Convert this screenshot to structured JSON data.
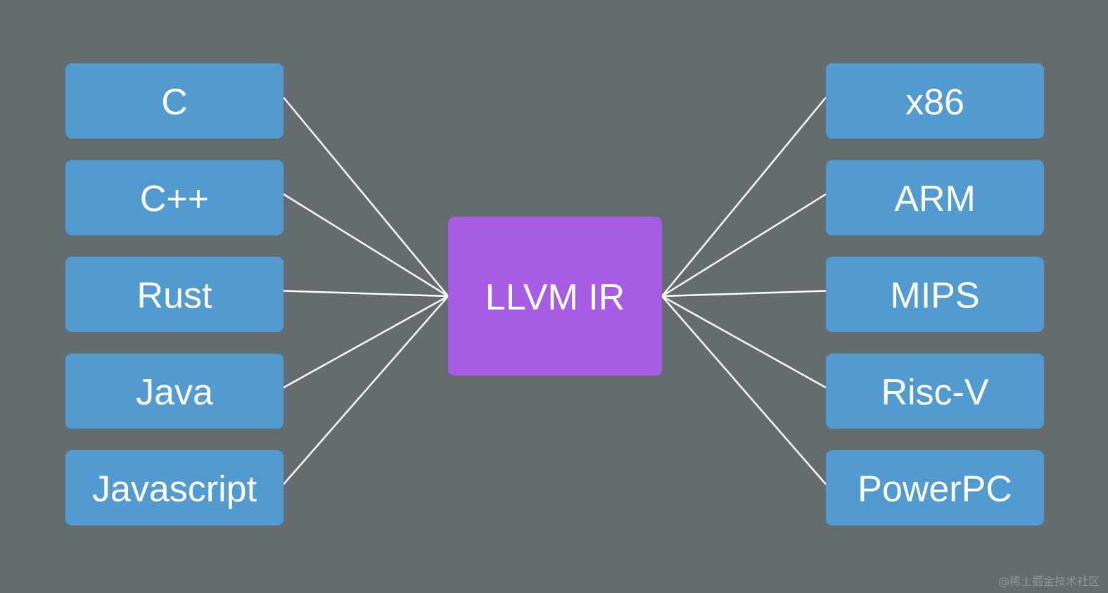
{
  "diagram": {
    "sources": [
      "C",
      "C++",
      "Rust",
      "Java",
      "Javascript"
    ],
    "hub": "LLVM IR",
    "targets": [
      "x86",
      "ARM",
      "MIPS",
      "Risc-V",
      "PowerPC"
    ],
    "colors": {
      "background": "#656c6e",
      "source_box": "#529bd0",
      "target_box": "#529bd0",
      "hub_box": "#a65ce3",
      "edge": "#ffffff",
      "text": "#ffffff"
    }
  },
  "watermark": "@稀土掘金技术社区"
}
